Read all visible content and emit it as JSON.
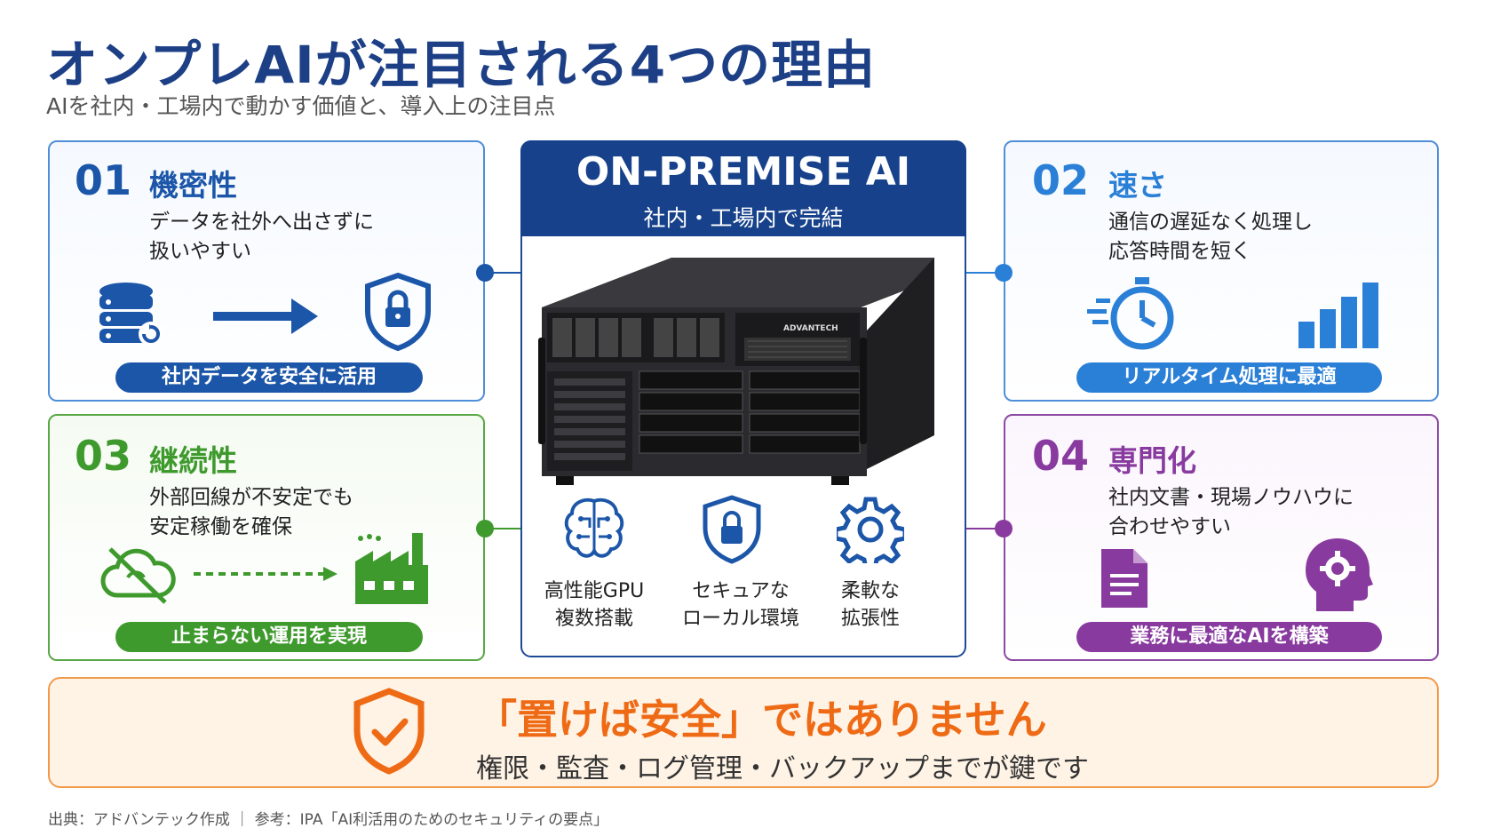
{
  "header": {
    "title": "オンプレAIが注目される4つの理由",
    "subtitle": "AIを社内・工場内で動かす価値と、導入上の注目点"
  },
  "center": {
    "title": "ON-PREMISE AI",
    "subtitle": "社内・工場内で完結",
    "server_brand": "ADVANTECH",
    "features": [
      {
        "icon": "brain-icon",
        "line1": "高性能GPU",
        "line2": "複数搭載"
      },
      {
        "icon": "shield-lock-icon",
        "line1": "セキュアな",
        "line2": "ローカル環境"
      },
      {
        "icon": "gear-icon",
        "line1": "柔軟な",
        "line2": "拡張性"
      }
    ]
  },
  "cards": {
    "c01": {
      "num": "01",
      "title": "機密性",
      "line1": "データを社外へ出さずに",
      "line2": "扱いやすい",
      "pill": "社内データを安全に活用",
      "color": "#1c56a8"
    },
    "c02": {
      "num": "02",
      "title": "速さ",
      "line1": "通信の遅延なく処理し",
      "line2": "応答時間を短く",
      "pill": "リアルタイム処理に最適",
      "color": "#2a7fd6"
    },
    "c03": {
      "num": "03",
      "title": "継続性",
      "line1": "外部回線が不安定でも",
      "line2": "安定稼働を確保",
      "pill": "止まらない運用を実現",
      "color": "#3f9a2e"
    },
    "c04": {
      "num": "04",
      "title": "専門化",
      "line1": "社内文書・現場ノウハウに",
      "line2": "合わせやすい",
      "pill": "業務に最適なAIを構築",
      "color": "#883a9f"
    }
  },
  "warning": {
    "title": "「置けば安全」ではありません",
    "text": "権限・監査・ログ管理・バックアップまでが鍵です",
    "color": "#ee6a15"
  },
  "footer": {
    "source": "出典：アドバンテック作成 ｜ 参考：IPA「AI利活用のためのセキュリティの要点」"
  }
}
